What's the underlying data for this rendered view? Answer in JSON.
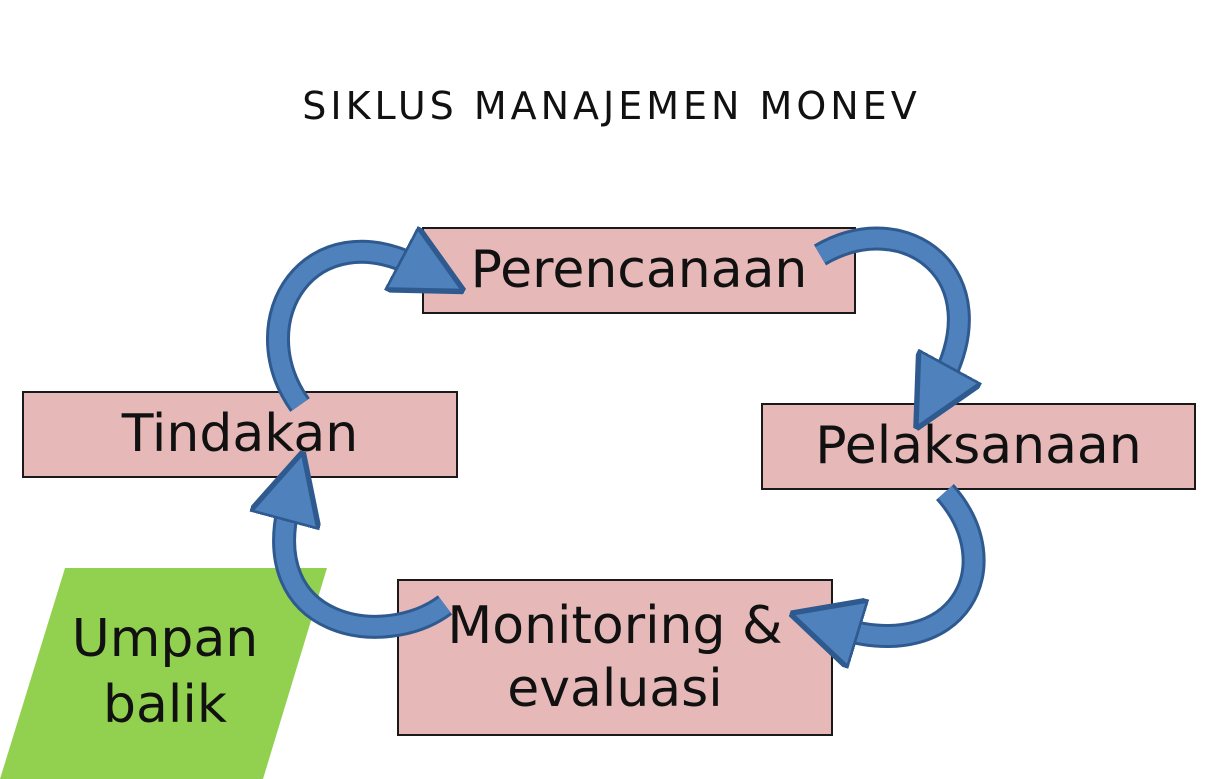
{
  "diagram": {
    "title": "SIKLUS MANAJEMEN MONEV",
    "nodes": {
      "perencanaan": "Perencanaan",
      "pelaksanaan": "Pelaksanaan",
      "monitoring_evaluasi": "Monitoring &\nevaluasi",
      "tindakan": "Tindakan"
    },
    "feedback_label": "Umpan\nbalik",
    "colors": {
      "box_fill": "#e6b9b8",
      "arrow_fill": "#4f81bd",
      "arrow_stroke": "#2e5a8f",
      "feedback_fill": "#92d050"
    }
  }
}
